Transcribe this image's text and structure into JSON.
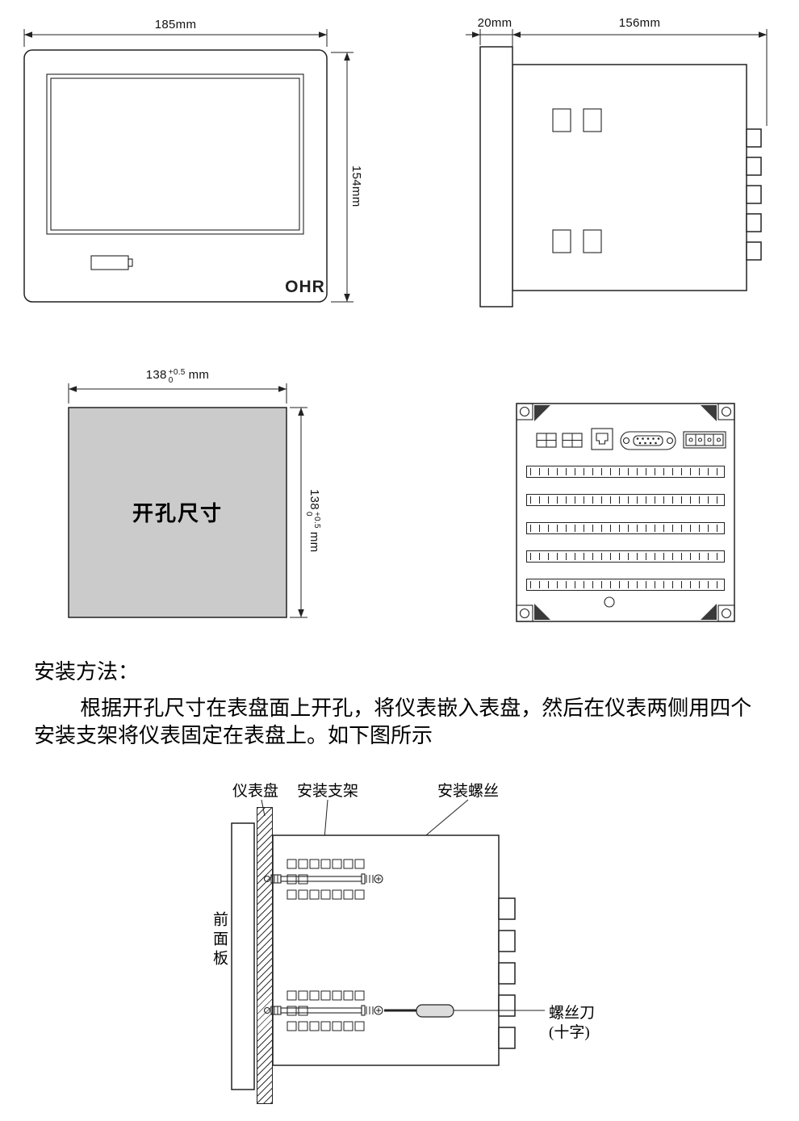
{
  "front_view": {
    "width_label": "185mm",
    "height_label": "154mm",
    "logo": "OHR"
  },
  "side_view": {
    "depth_label": "20mm",
    "length_label": "156mm"
  },
  "cutout_view": {
    "title": "开孔尺寸",
    "width_value": "138",
    "width_tol_upper": "+0.5",
    "width_tol_lower": "0",
    "width_unit": "mm",
    "height_value": "138",
    "height_tol_upper": "+0.5",
    "height_tol_lower": "0",
    "height_unit": "mm"
  },
  "instructions": {
    "heading": "安装方法：",
    "body": "根据开孔尺寸在表盘面上开孔，将仪表嵌入表盘，然后在仪表两侧用四个安装支架将仪表固定在表盘上。如下图所示"
  },
  "install_diagram": {
    "panel_label": "仪表盘",
    "bracket_label": "安装支架",
    "screw_label": "安装螺丝",
    "front_panel_label": "前面板",
    "screwdriver_label": "螺丝刀",
    "screwdriver_note": "(十字)"
  }
}
